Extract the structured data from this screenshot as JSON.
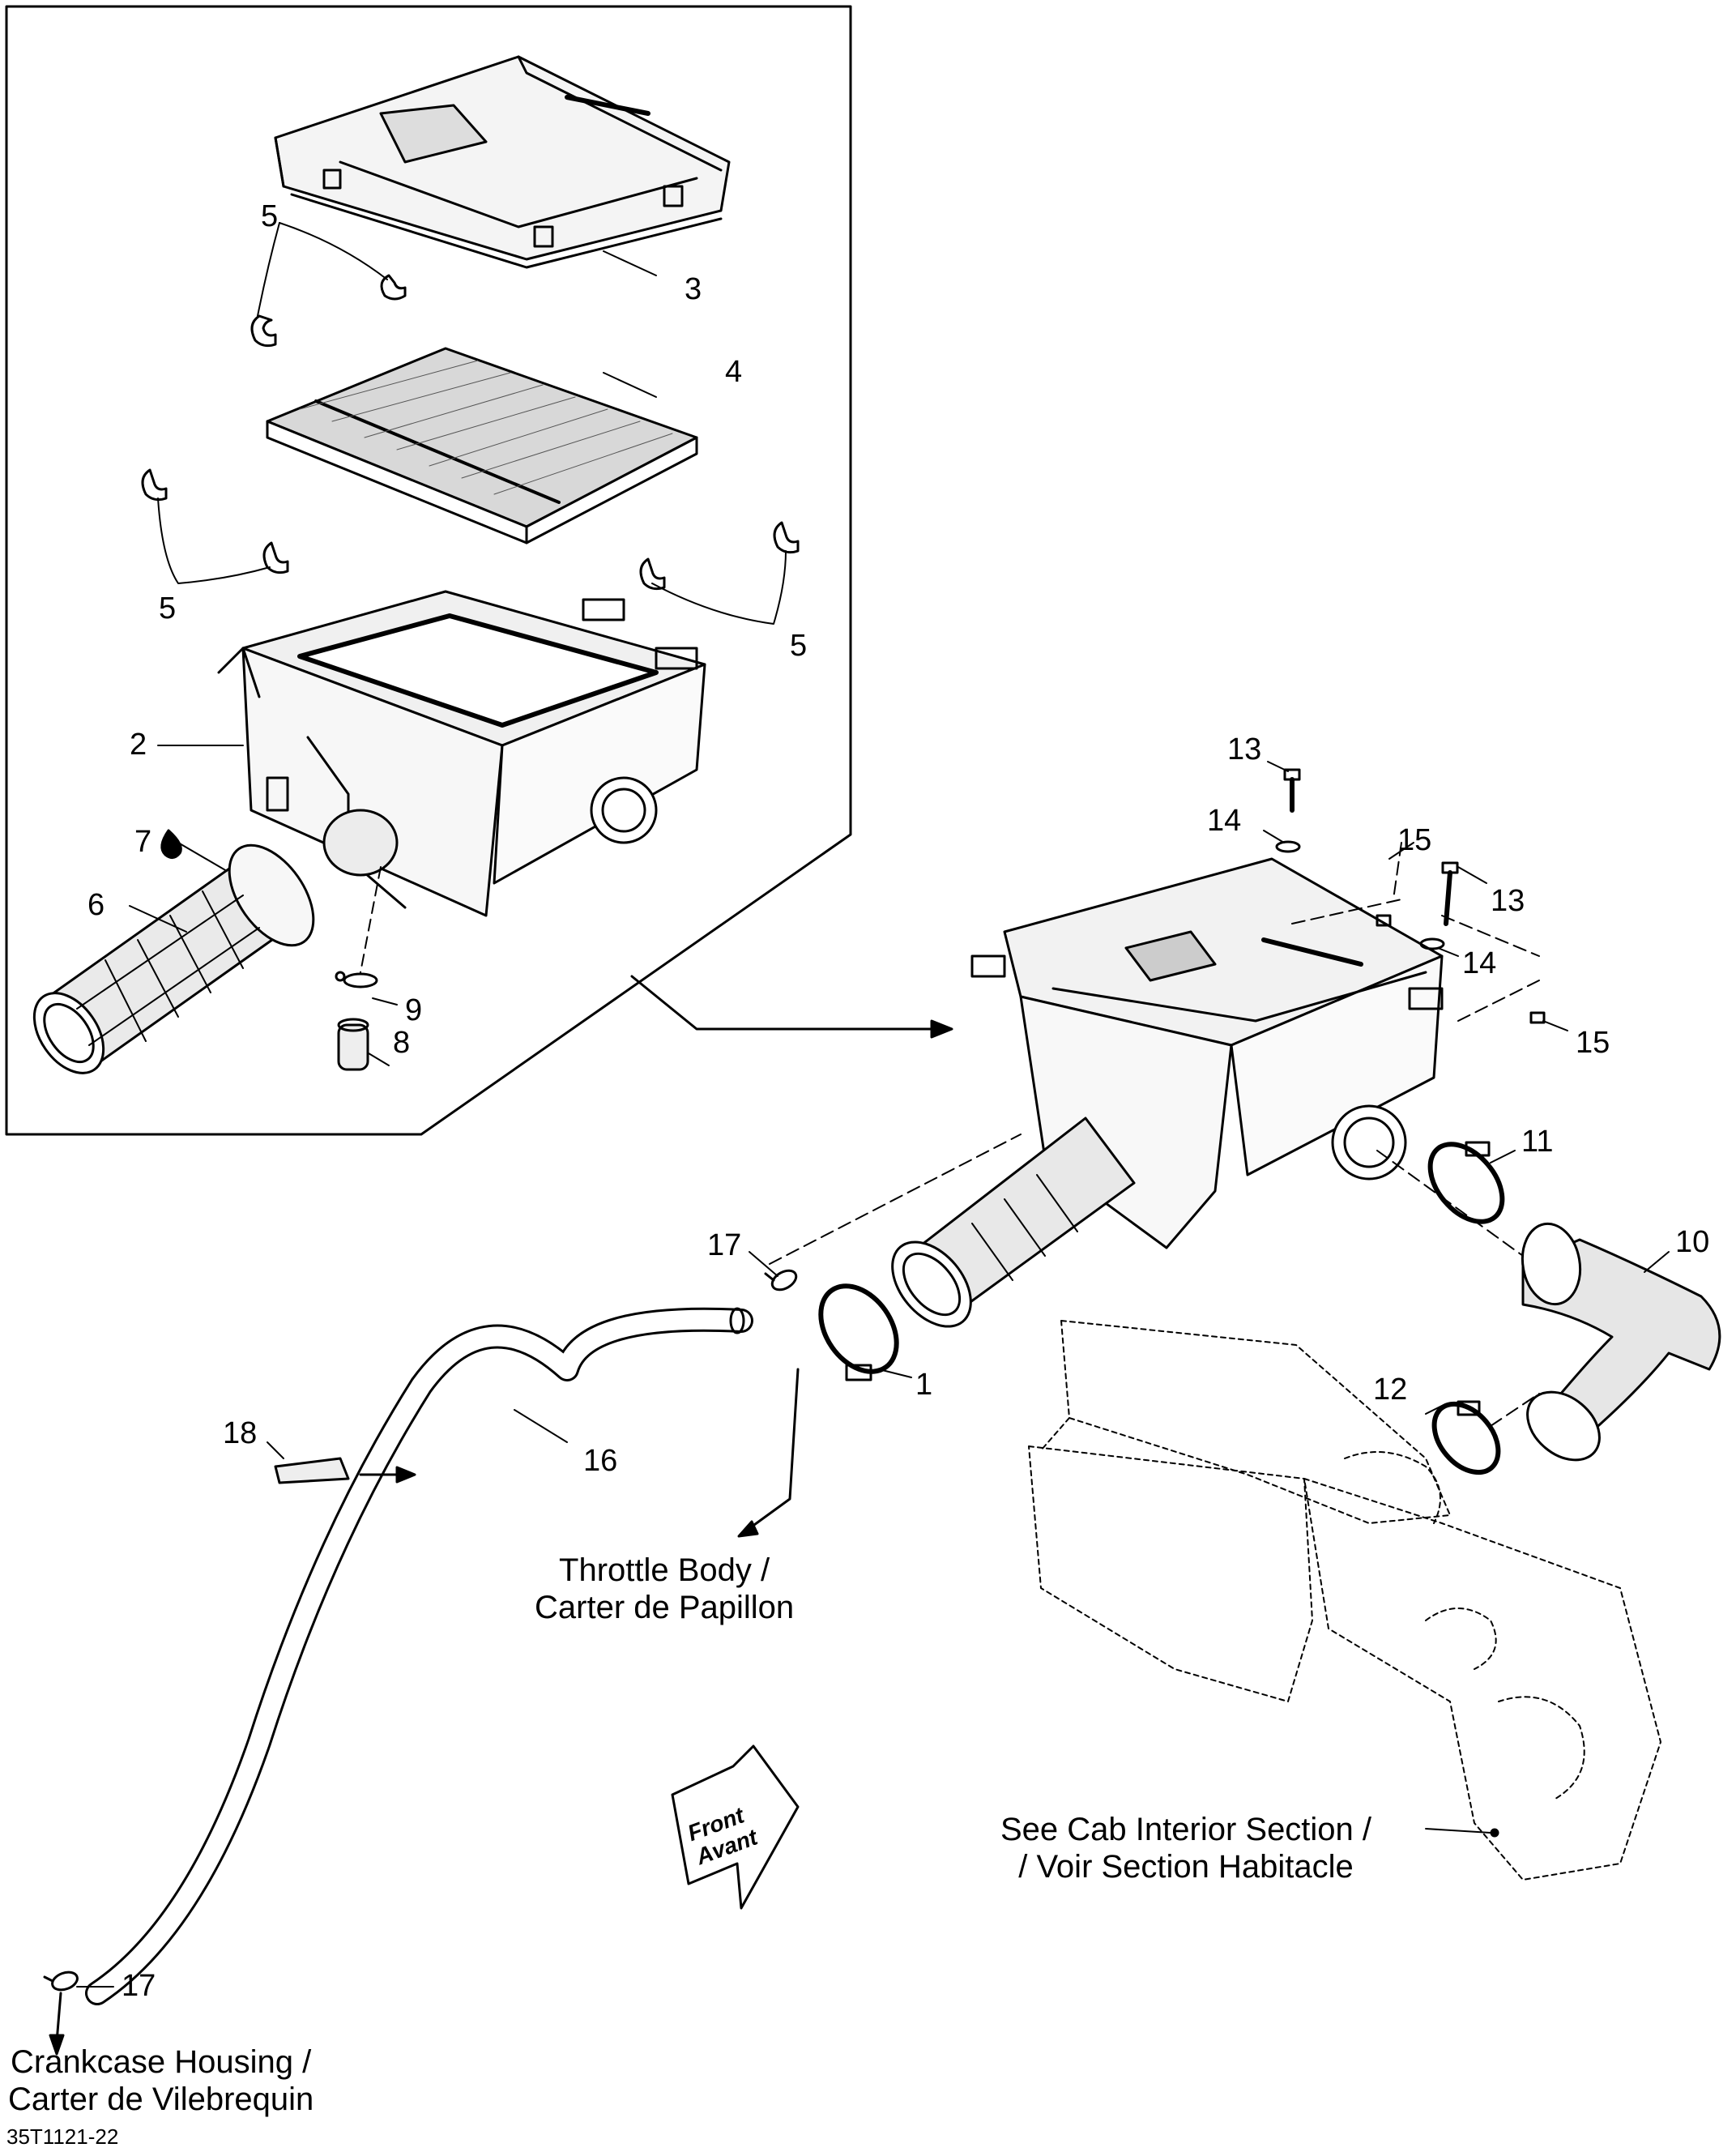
{
  "diagram_code": "35T1121-22",
  "callouts": {
    "c1": "1",
    "c2": "2",
    "c3": "3",
    "c4": "4",
    "c5a": "5",
    "c5b": "5",
    "c5c": "5",
    "c6": "6",
    "c7": "7",
    "c8": "8",
    "c9": "9",
    "c10": "10",
    "c11": "11",
    "c12": "12",
    "c13a": "13",
    "c13b": "13",
    "c14a": "14",
    "c14b": "14",
    "c15a": "15",
    "c15b": "15",
    "c16": "16",
    "c17a": "17",
    "c17b": "17",
    "c18": "18"
  },
  "captions": {
    "throttle_line1": "Throttle Body /",
    "throttle_line2": "Carter de Papillon",
    "cab_line1": "See Cab Interior Section /",
    "cab_line2": "/ Voir Section Habitacle",
    "crankcase_line1": "Crankcase Housing /",
    "crankcase_line2": "Carter de Vilebrequin"
  },
  "front_arrow": {
    "line1": "Front",
    "line2": "Avant"
  }
}
